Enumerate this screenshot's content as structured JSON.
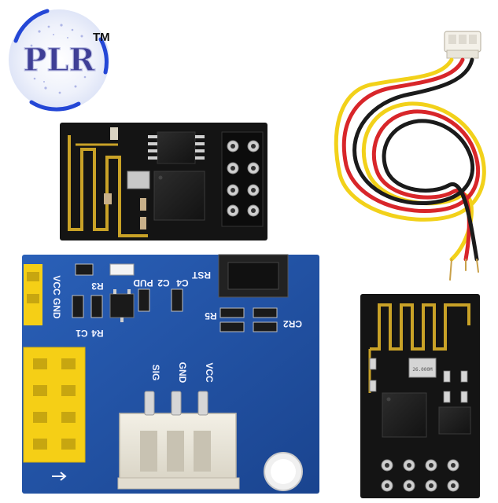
{
  "logo": {
    "text": "PLR",
    "trademark": "TM"
  },
  "adapter_board": {
    "labels": {
      "vcc_gnd": "VCC GND",
      "rst": "RST",
      "ch_pd": "PUD",
      "c2": "C2",
      "c4": "C4",
      "c1": "C1",
      "r4": "R4",
      "r3": "R3",
      "r5": "R5",
      "cr2": "CR2",
      "sig": "SIG",
      "gnd": "GND",
      "vcc": "VCC"
    }
  },
  "module": {
    "crystal_marking": "26.000M"
  },
  "colors": {
    "pcb_blue": "#1f4fa0",
    "module_black": "#141414",
    "header_yellow": "#f5cf16",
    "antenna_gold": "#c9a227",
    "wire_red": "#d8262a",
    "wire_yellow": "#f2d11a",
    "wire_black": "#1b1b1b"
  }
}
